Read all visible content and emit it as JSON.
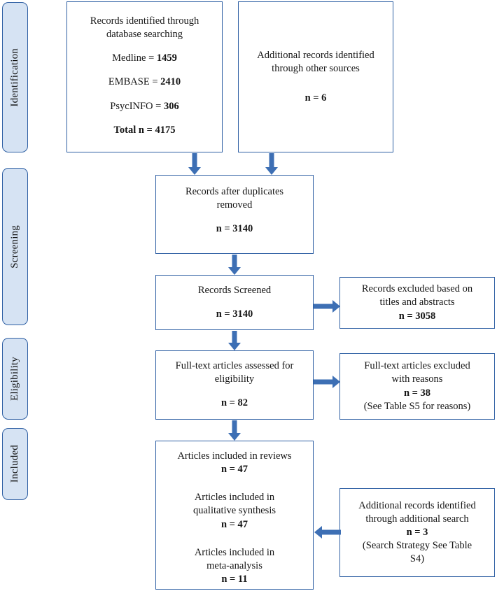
{
  "diagram": {
    "type": "prisma-flow-diagram",
    "accent_color": "#3d6fb4",
    "box_border_color": "#2e5fa3",
    "stage_fill_color": "#d6e3f3"
  },
  "stages": [
    {
      "label": "Identification"
    },
    {
      "label": "Screening"
    },
    {
      "label": "Eligibility"
    },
    {
      "label": "Included"
    }
  ],
  "boxes": {
    "identified_database": {
      "line1": "Records identified through",
      "line2": "database searching",
      "medline_label": "Medline = ",
      "medline_value": "1459",
      "embase_label": "EMBASE = ",
      "embase_value": "2410",
      "psycinfo_label": "PsycINFO = ",
      "psycinfo_value": "306",
      "total": "Total n = 4175"
    },
    "identified_other": {
      "line1": "Additional records identified",
      "line2": "through other sources",
      "count": "n = 6"
    },
    "duplicates_removed": {
      "line1": "Records after duplicates",
      "line2": "removed",
      "count": "n = 3140"
    },
    "records_screened": {
      "line1": "Records Screened",
      "count": "n = 3140"
    },
    "records_excluded": {
      "line1": "Records excluded based on",
      "line2": "titles and abstracts",
      "count": "n = 3058"
    },
    "fulltext_assessed": {
      "line1": "Full-text articles assessed for",
      "line2": "eligibility",
      "count": "n = 82"
    },
    "fulltext_excluded": {
      "line1": "Full-text articles excluded",
      "line2": "with reasons",
      "count": "n = 38",
      "note": "(See Table S5 for reasons)"
    },
    "articles_included": {
      "reviews_line": "Articles included in reviews",
      "reviews_count": "n = 47",
      "qualitative_line1": "Articles included in",
      "qualitative_line2": "qualitative synthesis",
      "qualitative_count": "n = 47",
      "meta_line1": "Articles included in",
      "meta_line2": "meta-analysis",
      "meta_count": "n = 11"
    },
    "additional_search": {
      "line1": "Additional records identified",
      "line2": "through additional search",
      "count": "n = 3",
      "note1": "(Search Strategy See Table",
      "note2": "S4)"
    }
  }
}
